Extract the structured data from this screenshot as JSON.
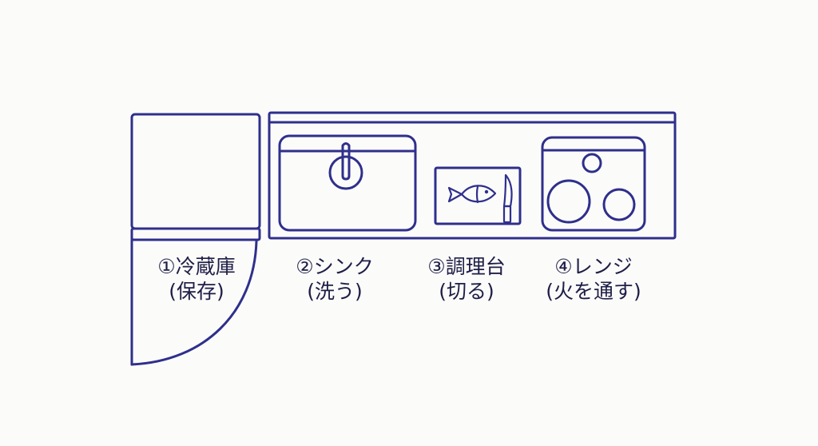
{
  "stations": [
    {
      "id": "fridge",
      "title": "①冷蔵庫",
      "action": "(保存)"
    },
    {
      "id": "sink",
      "title": "②シンク",
      "action": "(洗う)"
    },
    {
      "id": "counter",
      "title": "③調理台",
      "action": "(切る)"
    },
    {
      "id": "stove",
      "title": "④レンジ",
      "action": "(火を通す)"
    }
  ],
  "colors": {
    "ink": "#2f2f8c",
    "text": "#1e1e46",
    "paper": "#fbfbfa"
  }
}
